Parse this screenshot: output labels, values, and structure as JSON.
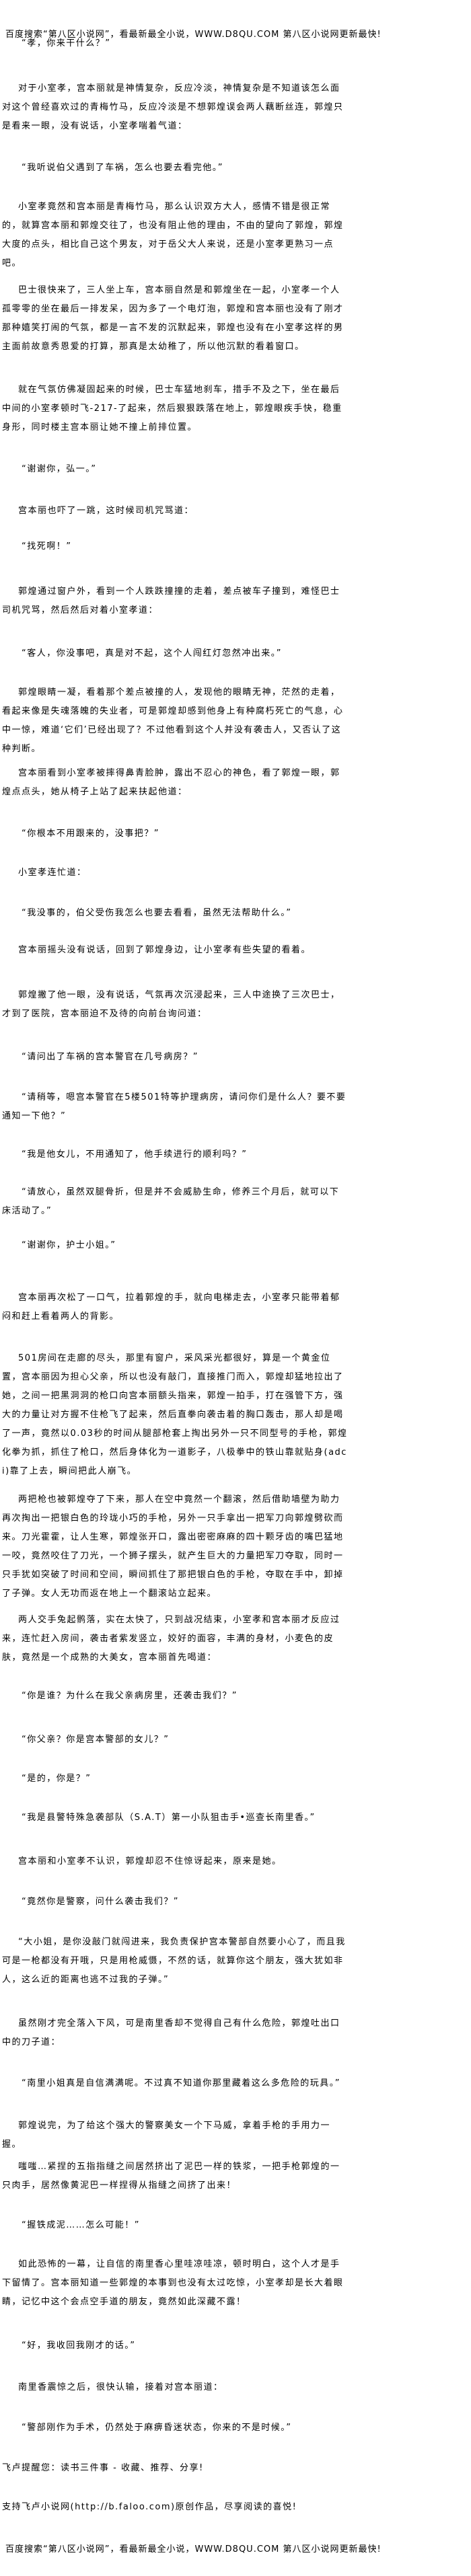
{
  "header_banner": "百度搜索“第八区小说网”，看最新最全小说，WWW.D8QU.COM  第八区小说网更新最快!",
  "paragraphs": [
    "“孝，你来干什么？”",
    "对于小室孝，宫本丽就是神情复杂，反应冷淡，神情复杂是不知道该怎么面对这个曾经喜欢过的青梅竹马，反应冷淡是不想郭煌误会两人藕断丝连，郭煌只是看来一眼，没有说话，小室孝喘着气道：",
    "“我听说伯父遇到了车祸，怎么也要去看完他。”",
    "小室孝竟然和宫本丽是青梅竹马，那么认识双方大人，感情不错是很正常的，就算宫本丽和郭煌交往了，也没有阻止他的理由，不由的望向了郭煌，郭煌大度的点头，相比自己这个男友，对于岳父大人来说，还是小室孝更熟习一点吧。",
    "巴士很快来了，三人坐上车，宫本丽自然是和郭煌坐在一起，小室孝一个人孤零零的坐在最后一排发呆，因为多了一个电灯泡，郭煌和宫本丽也没有了刚才那种嬉笑打闹的气氛，都是一言不发的沉默起来，郭煌也没有在小室孝这样的男主面前故意秀恩爱的打算，那真是太幼稚了，所以他沉默的看着窗口。",
    "就在气氛仿佛凝固起来的时候，巴士车猛地刹车，措手不及之下，坐在最后中间的小室孝顿时飞-217-了起来，然后狠狠跌落在地上，郭煌眼疾手快，稳重身形，同时楼主宫本丽让她不撞上前排位置。",
    "“谢谢你，弘一。”",
    "宫本丽也吓了一跳，这时候司机咒骂道：",
    "“找死啊！”",
    "郭煌通过窗户外，看到一个人跌跌撞撞的走着，差点被车子撞到，难怪巴士司机咒骂，然后然后对着小室孝道：",
    "“客人，你没事吧，真是对不起，这个人闯红灯忽然冲出来。”",
    "郭煌眼睛一凝，看着那个差点被撞的人，发现他的眼睛无神，茫然的走着，看起来像是失魂落魄的失业者，可是郭煌却感到他身上有种腐朽死亡的气息，心中一惊，难道‘它们’已经出现了？不过他看到这个人并没有袭击人，又否认了这种判断。",
    "宫本丽看到小室孝被摔得鼻青脸肿，露出不忍心的神色，看了郭煌一眼，郭煌点点头，她从椅子上站了起来扶起他道：",
    "“你根本不用跟来的，没事把？”",
    "小室孝连忙道：",
    "“我没事的，伯父受伤我怎么也要去看看，虽然无法帮助什么。”",
    "宫本丽摇头没有说话，回到了郭煌身边，让小室孝有些失望的看着。",
    "郭煌撇了他一眼，没有说话，气氛再次沉浸起来，三人中途换了三次巴士，才到了医院，宫本丽迫不及待的向前台询问道：",
    "“请问出了车祸的宫本警官在几号病房？”",
    "“请稍等，嗯宫本警官在5楼501特等护理病房，请问你们是什么人？要不要通知一下他？”",
    "“我是他女儿，不用通知了，他手续进行的顺利吗？”",
    "“请放心，虽然双腿骨折，但是并不会威胁生命，修养三个月后，就可以下床活动了。”",
    "“谢谢你，护士小姐。”",
    "宫本丽再次松了一口气，拉着郭煌的手，就向电梯走去，小室孝只能带着郁闷和赶上看着两人的背影。",
    "501房间在走廊的尽头，那里有窗户，采风采光都很好，算是一个黄金位置，宫本丽因为担心父亲，所以也没有敲门，直接推门而入，郭煌却猛地拉出了她，之间一把黑洞洞的枪口向宫本丽额头指来，郭煌一拍手，打在强管下方，强大的力量让对方握不住枪飞了起来，然后直拳向袭击着的胸口轰击，那人却是喝了一声，竟然以0.03秒的时间从腿部枪套上掏出另外一只不同型号的手枪，郭煌化拳为抓，抓住了枪口，然后身体化为一道影子，八极拳中的铁山靠就贴身(adci)靠了上去，瞬间把此人崩飞。",
    "两把枪也被郭煌夺了下来，那人在空中竟然一个翻滚，然后借助墙壁为助力再次掏出一把银白色的玲珑小巧的手枪，另外一只手拿出一把军刀向郭煌劈砍而来。刀光霍霍，让人生寒，郭煌张开口，露出密密麻麻的四十颗牙齿的嘴巴猛地一咬，竟然咬住了刀光，一个狮子摆头，就产生巨大的力量把军刀夺取，同时一只手犹如突破了时间和空间，瞬间抓住了那把银白色的手枪，夺取在手中，卸掉了子弹。女人无功而返在地上一个翻滚站立起来。",
    "两人交手兔起鹘落，实在太快了，只到战况结束，小室孝和宫本丽才反应过来，连忙赶入房间，袭击者紫发竖立，姣好的面容，丰满的身材，小麦色的皮肤，竟然是一个成熟的大美女，宫本丽首先喝道：",
    "“你是谁？为什么在我父亲病房里，还袭击我们？”",
    "“你父亲？你是宫本警部的女儿？”",
    "“是的，你是？”",
    "“我是县警特殊急袭部队（S.A.T）第一小队狙击手•巡查长南里香。”",
    "宫本丽和小室孝不认识，郭煌却忍不住惊讶起来，原来是她。",
    "“竟然你是警察，问什么袭击我们？”",
    "“大小姐，是你没敲门就闯进来，我负责保护宫本警部自然要小心了，而且我可是一枪都没有开哦，只是用枪威慑，不然的话，就算你这个朋友，强大犹如非人，这么近的距离也逃不过我的子弹。”",
    "虽然刚才完全落入下风，可是南里香却不觉得自己有什么危险，郭煌吐出口中的刀子道：",
    "“南里小姐真是自信满满呢。不过真不知道你那里藏着这么多危险的玩具。”",
    "郭煌说完，为了给这个强大的警察美女一个下马威，拿着手枪的手用力一握。",
    "嗤嗤…紧捏的五指指缝之间居然挤出了泥巴一样的铁浆，一把手枪郭煌的一只肉手，居然像黄泥巴一样捏得从指缝之间挤了出来！",
    "“握铁成泥……怎么可能！”",
    "如此恐怖的一幕，让自信的南里香心里哇凉哇凉，顿时明白，这个人才是手下留情了。宫本丽知道一些郭煌的本事到也没有太过吃惊，小室孝却是长大着眼睛，记忆中这个会点空手道的朋友，竟然如此深藏不露！",
    "“好，我收回我刚才的话。”",
    "南里香震惊之后，很快认输，接着对宫本丽道：",
    "“警部刚作为手术，仍然处于麻痹昏迷状态，你来的不是时候。”"
  ],
  "footer": {
    "reminder": "飞卢提醒您：读书三件事 - 收藏、推荐、分享!",
    "support": "支持飞卢小说网(http://b.faloo.com)原创作品，尽享阅读的喜悦!",
    "banner": "百度搜索“第八区小说网”，看最新最全小说，WWW.D8QU.COM  第八区小说网更新最快!"
  }
}
